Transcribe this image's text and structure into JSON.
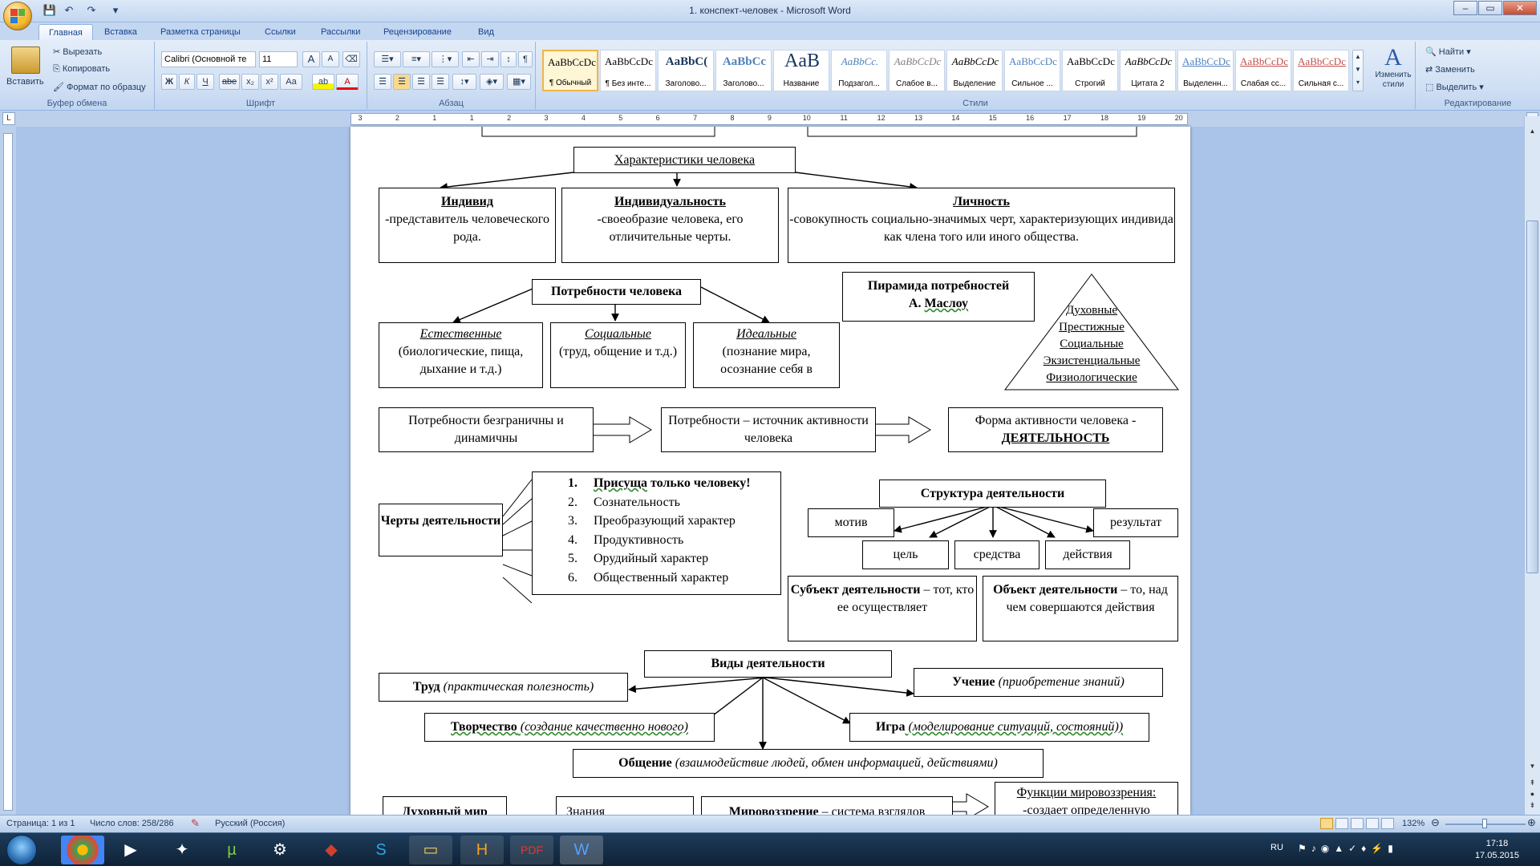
{
  "window": {
    "title": "1. конспект-человек - Microsoft Word",
    "minimize": "–",
    "maximize": "▭",
    "close": "✕",
    "qat": [
      "💾",
      "↶",
      "↷",
      "▾"
    ]
  },
  "tabs": [
    "Главная",
    "Вставка",
    "Разметка страницы",
    "Ссылки",
    "Рассылки",
    "Рецензирование",
    "Вид"
  ],
  "ribbon": {
    "clipboard": {
      "label": "Буфер обмена",
      "paste": "Вставить",
      "cut": "Вырезать",
      "copy": "Копировать",
      "format_painter": "Формат по образцу"
    },
    "font": {
      "label": "Шрифт",
      "font_name": "Calibri (Основной те",
      "font_size": "11",
      "bold": "Ж",
      "italic": "К",
      "underline": "Ч",
      "strike": "abe",
      "sub": "x₂",
      "sup": "x²",
      "case": "Aa",
      "grow": "A",
      "shrink": "A"
    },
    "paragraph": {
      "label": "Абзац"
    },
    "styles": {
      "label": "Стили",
      "items": [
        {
          "preview": "AaBbCcDc",
          "name": "¶ Обычный"
        },
        {
          "preview": "AaBbCcDc",
          "name": "¶ Без инте..."
        },
        {
          "preview": "AaBbC(",
          "name": "Заголово..."
        },
        {
          "preview": "AaBbCc",
          "name": "Заголово..."
        },
        {
          "preview": "AaB",
          "name": "Название"
        },
        {
          "preview": "AaBbCc.",
          "name": "Подзагол..."
        },
        {
          "preview": "AaBbCcDc",
          "name": "Слабое в..."
        },
        {
          "preview": "AaBbCcDc",
          "name": "Выделение"
        },
        {
          "preview": "AaBbCcDc",
          "name": "Сильное ..."
        },
        {
          "preview": "AaBbCcDc",
          "name": "Строгий"
        },
        {
          "preview": "AaBbCcDc",
          "name": "Цитата 2"
        },
        {
          "preview": "AaBbCcDc",
          "name": "Выделенн..."
        },
        {
          "preview": "AaBbCcDc",
          "name": "Слабая сс..."
        },
        {
          "preview": "AaBbCcDc",
          "name": "Сильная с..."
        }
      ],
      "change_styles": "Изменить стили"
    },
    "editing": {
      "label": "Редактирование",
      "find": "Найти",
      "replace": "Заменить",
      "select": "Выделить"
    }
  },
  "ruler": {
    "numbers": [
      "3",
      "2",
      "1",
      "1",
      "2",
      "3",
      "4",
      "5",
      "6",
      "7",
      "8",
      "9",
      "10",
      "11",
      "12",
      "13",
      "14",
      "15",
      "16",
      "17",
      "18",
      "19",
      "20"
    ]
  },
  "doc": {
    "characteristics": {
      "title": "Характеристики человека"
    },
    "individ": {
      "title": "Индивид",
      "text": "-представитель человеческого рода."
    },
    "individuality": {
      "title": "Индивидуальность",
      "text": "-своеобразие человека, его отличительные черты."
    },
    "personality": {
      "title": "Личность",
      "text": "-совокупность социально-значимых черт, характеризующих индивида как члена того или иного общества."
    },
    "needs": {
      "title": "Потребности человека"
    },
    "natural": {
      "title": "Естественные",
      "text": "(биологические, пища, дыхание и т.д.)"
    },
    "social": {
      "title": "Социальные",
      "text": "(труд, общение и т.д.)"
    },
    "ideal": {
      "title": "Идеальные",
      "text": "(познание мира, осознание себя в"
    },
    "pyramid_title": {
      "line1": "Пирамида потребностей",
      "line2_a": "А.",
      "line2_b": "Маслоу"
    },
    "pyramid_levels": [
      "Духовные",
      "Престижные",
      "Социальные",
      "Экзистенциальные",
      "Физиологические"
    ],
    "flow": {
      "a": "Потребности безграничны и динамичны",
      "b": "Потребности – источник активности человека",
      "c1": "Форма активности человека -",
      "c2": "ДЕЯТЕЛЬНОСТЬ"
    },
    "traits": {
      "title": "Черты деятельности",
      "items": [
        {
          "n": "1.",
          "a": "Присуща",
          "b": " только человеку!"
        },
        {
          "n": "2.",
          "a": "Сознательность",
          "b": ""
        },
        {
          "n": "3.",
          "a": "Преобразующий характер",
          "b": ""
        },
        {
          "n": "4.",
          "a": "Продуктивность",
          "b": ""
        },
        {
          "n": "5.",
          "a": "Орудийный характер",
          "b": ""
        },
        {
          "n": "6.",
          "a": "Общественный характер",
          "b": ""
        }
      ]
    },
    "structure": {
      "title": "Структура деятельности",
      "motive": "мотив",
      "result": "результат",
      "goal": "цель",
      "means": "средства",
      "actions": "действия"
    },
    "subject": {
      "title": "Субъект деятельности",
      "text": " – тот, кто ее осуществляет"
    },
    "object": {
      "title": "Объект деятельности",
      "text": " – то, над чем совершаются действия"
    },
    "kinds": {
      "title": "Виды деятельности",
      "labor": {
        "a": "Труд",
        "b": " (практическая полезность)"
      },
      "study": {
        "a": "Учение",
        "b": " (приобретение знаний)"
      },
      "creativity": {
        "a": "Творчество",
        "b": " (создание качественно нового)"
      },
      "game": {
        "a": "Игра",
        "b": " (моделирование ситуаций, состояний))"
      },
      "communication": {
        "a": "Общение",
        "b": " (взаимодействие людей, обмен информацией, действиями)"
      }
    },
    "bottom": {
      "spiritual": "Духовный мир",
      "knowledge": "Знания",
      "worldview_a": "Мировоззрение",
      "worldview_b": " – система взглядов",
      "functions_title": "Функции мировоззрения:",
      "functions_text": "-создает определенную"
    }
  },
  "status": {
    "page": "Страница: 1 из 1",
    "words": "Число слов: 258/286",
    "lang": "Русский (Россия)",
    "zoom": "132%"
  },
  "taskbar": {
    "lang": "RU",
    "time": "17:18",
    "date": "17.05.2015"
  }
}
